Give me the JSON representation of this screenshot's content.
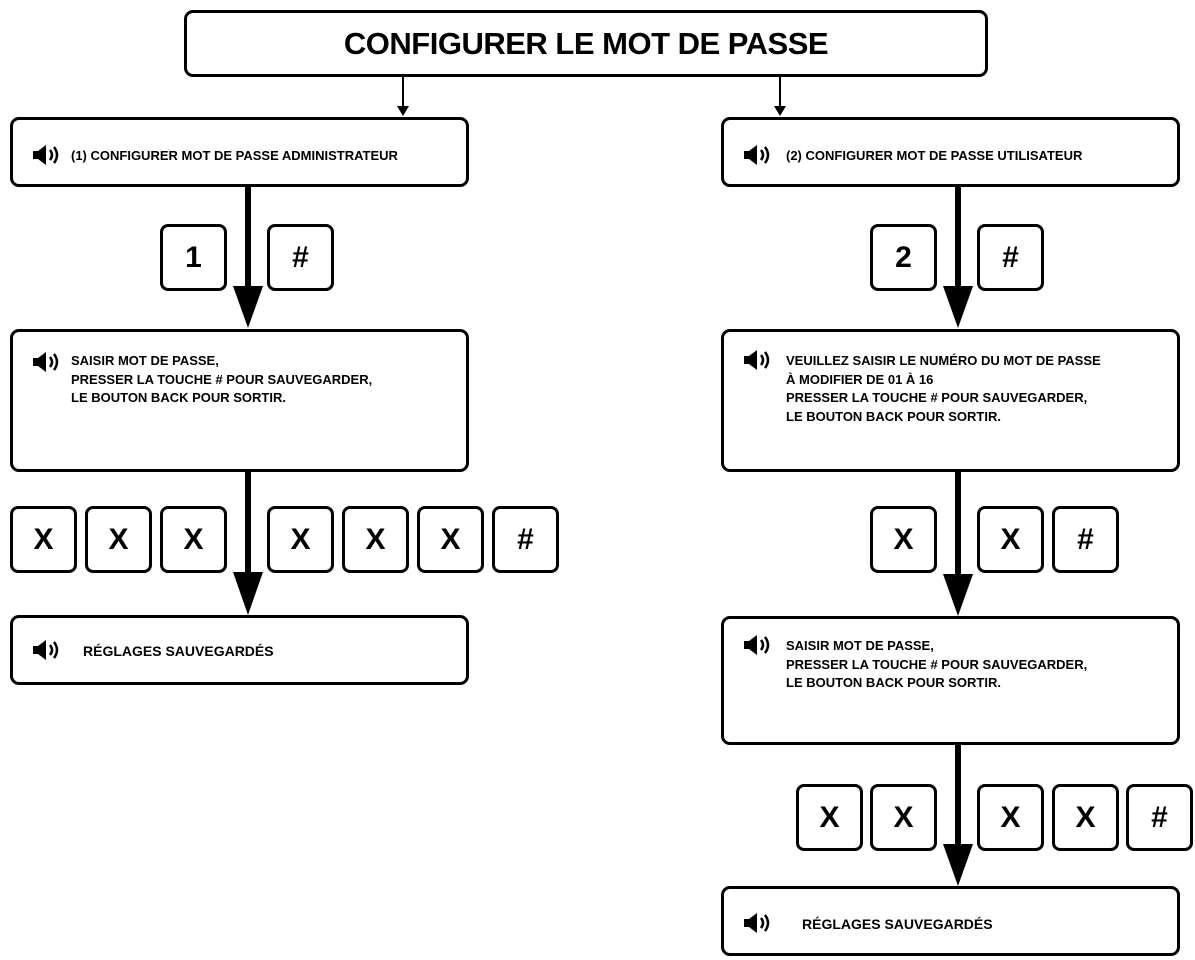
{
  "title": "CONFIGURER LE MOT DE PASSE",
  "icons": {
    "speaker": "speaker-icon"
  },
  "left": {
    "step1": "(1) CONFIGURER MOT DE PASSE ADMINISTRATEUR",
    "keys1": [
      "1",
      "#"
    ],
    "step2_lines": [
      "SAISIR MOT DE PASSE,",
      "PRESSER LA TOUCHE # POUR SAUVEGARDER,",
      "LE BOUTON BACK POUR SORTIR."
    ],
    "keys2": [
      "X",
      "X",
      "X",
      "X",
      "X",
      "X",
      "#"
    ],
    "step3": "RÉGLAGES SAUVEGARDÉS"
  },
  "right": {
    "step1": "(2) CONFIGURER MOT DE PASSE UTILISATEUR",
    "keys1": [
      "2",
      "#"
    ],
    "step2_lines": [
      "VEUILLEZ SAISIR LE NUMÉRO DU MOT DE PASSE",
      "À MODIFIER DE 01 À 16",
      "PRESSER LA TOUCHE # POUR SAUVEGARDER,",
      "LE BOUTON BACK POUR SORTIR."
    ],
    "keys2": [
      "X",
      "X",
      "#"
    ],
    "step3_lines": [
      "SAISIR MOT DE PASSE,",
      "PRESSER LA TOUCHE # POUR SAUVEGARDER,",
      "LE BOUTON BACK POUR SORTIR."
    ],
    "keys3": [
      "X",
      "X",
      "X",
      "X",
      "#"
    ],
    "step4": "RÉGLAGES SAUVEGARDÉS"
  }
}
